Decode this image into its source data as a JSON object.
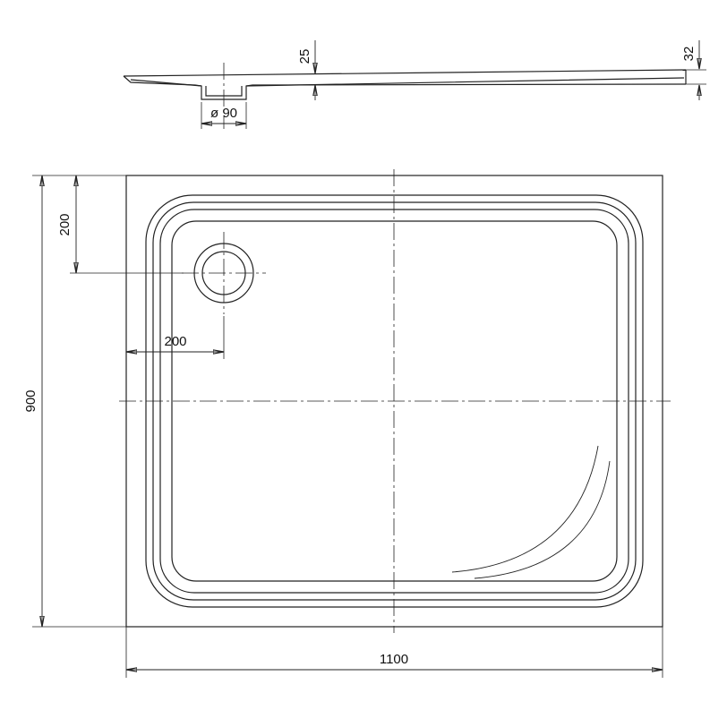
{
  "drawing": {
    "type": "technical-drawing",
    "subject": "rectangular shower tray - plan view and section view",
    "colors": {
      "line": "#222222",
      "background": "#ffffff"
    },
    "section": {
      "depth": "25",
      "rim_height": "32",
      "drain_diameter": "ø 90"
    },
    "plan": {
      "width": "1100",
      "depth": "900",
      "drain_offset_top": "200",
      "drain_offset_left": "200"
    }
  }
}
